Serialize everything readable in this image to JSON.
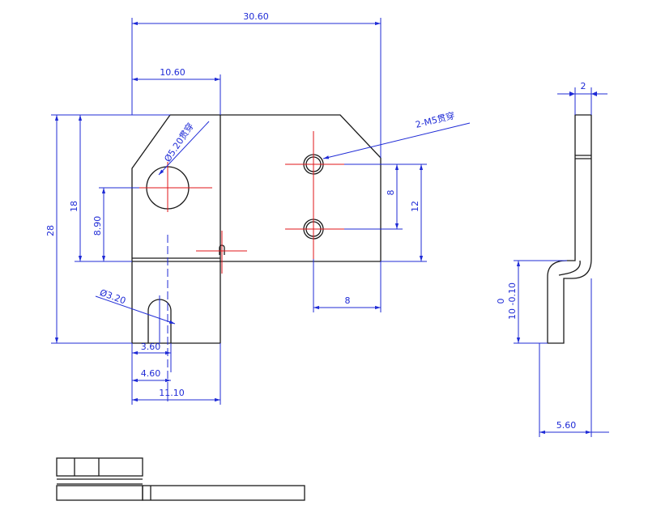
{
  "colors": {
    "outline": "#1a1a1a",
    "dimension": "#1f2bd6",
    "centerline": "#e0141a",
    "background": "#ffffff"
  },
  "front_view": {
    "overall_width": "30.60",
    "tab_width": "10.60",
    "height_overall": "28",
    "height_upper": "18",
    "hole_height": "8.90",
    "big_hole_label": "Ø5.20贯穿",
    "tapped_holes_label": "2-M5贯穿",
    "hole_spacing": "8",
    "hole_span": "12",
    "hole_offset": "8",
    "slot_label": "Ø3.20",
    "slot_width": "3.60",
    "slot_position": "4.60",
    "tab_total_width": "11.10"
  },
  "side_view": {
    "thickness": "2",
    "tolerance_upper": "0",
    "tolerance_value": "10 -0.10",
    "offset": "5.60"
  }
}
